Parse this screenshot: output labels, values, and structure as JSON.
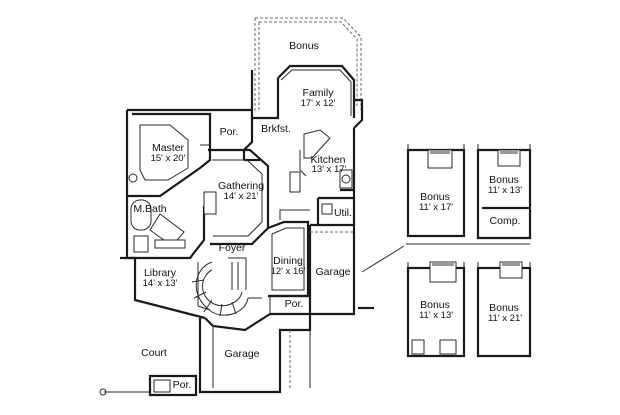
{
  "rooms": {
    "bonus_top": {
      "name": "Bonus"
    },
    "family": {
      "name": "Family",
      "size": "17' x 12'"
    },
    "porch_mid": {
      "name": "Por."
    },
    "breakfast": {
      "name": "Brkfst."
    },
    "master": {
      "name": "Master",
      "size": "15' x 20'"
    },
    "kitchen": {
      "name": "Kitchen",
      "size": "13' x 17'"
    },
    "gathering": {
      "name": "Gathering",
      "size": "14' x 21'"
    },
    "master_bath": {
      "name": "M.Bath"
    },
    "utility": {
      "name": "Util."
    },
    "foyer": {
      "name": "Foyer"
    },
    "dining": {
      "name": "Dining",
      "size": "12' x 16'"
    },
    "garage_side": {
      "name": "Garage"
    },
    "library": {
      "name": "Library",
      "size": "14' x 13'"
    },
    "porch_front": {
      "name": "Por."
    },
    "court": {
      "name": "Court"
    },
    "garage_main": {
      "name": "Garage"
    },
    "porch_court": {
      "name": "Por."
    }
  },
  "options": {
    "opt1": {
      "name": "Bonus",
      "size": "11' x 17'"
    },
    "opt2": {
      "name": "Bonus",
      "size": "11' x 13'",
      "extra": "Comp."
    },
    "opt3": {
      "name": "Bonus",
      "size": "11' x 13'"
    },
    "opt4": {
      "name": "Bonus",
      "size": "11' x 21'"
    }
  }
}
